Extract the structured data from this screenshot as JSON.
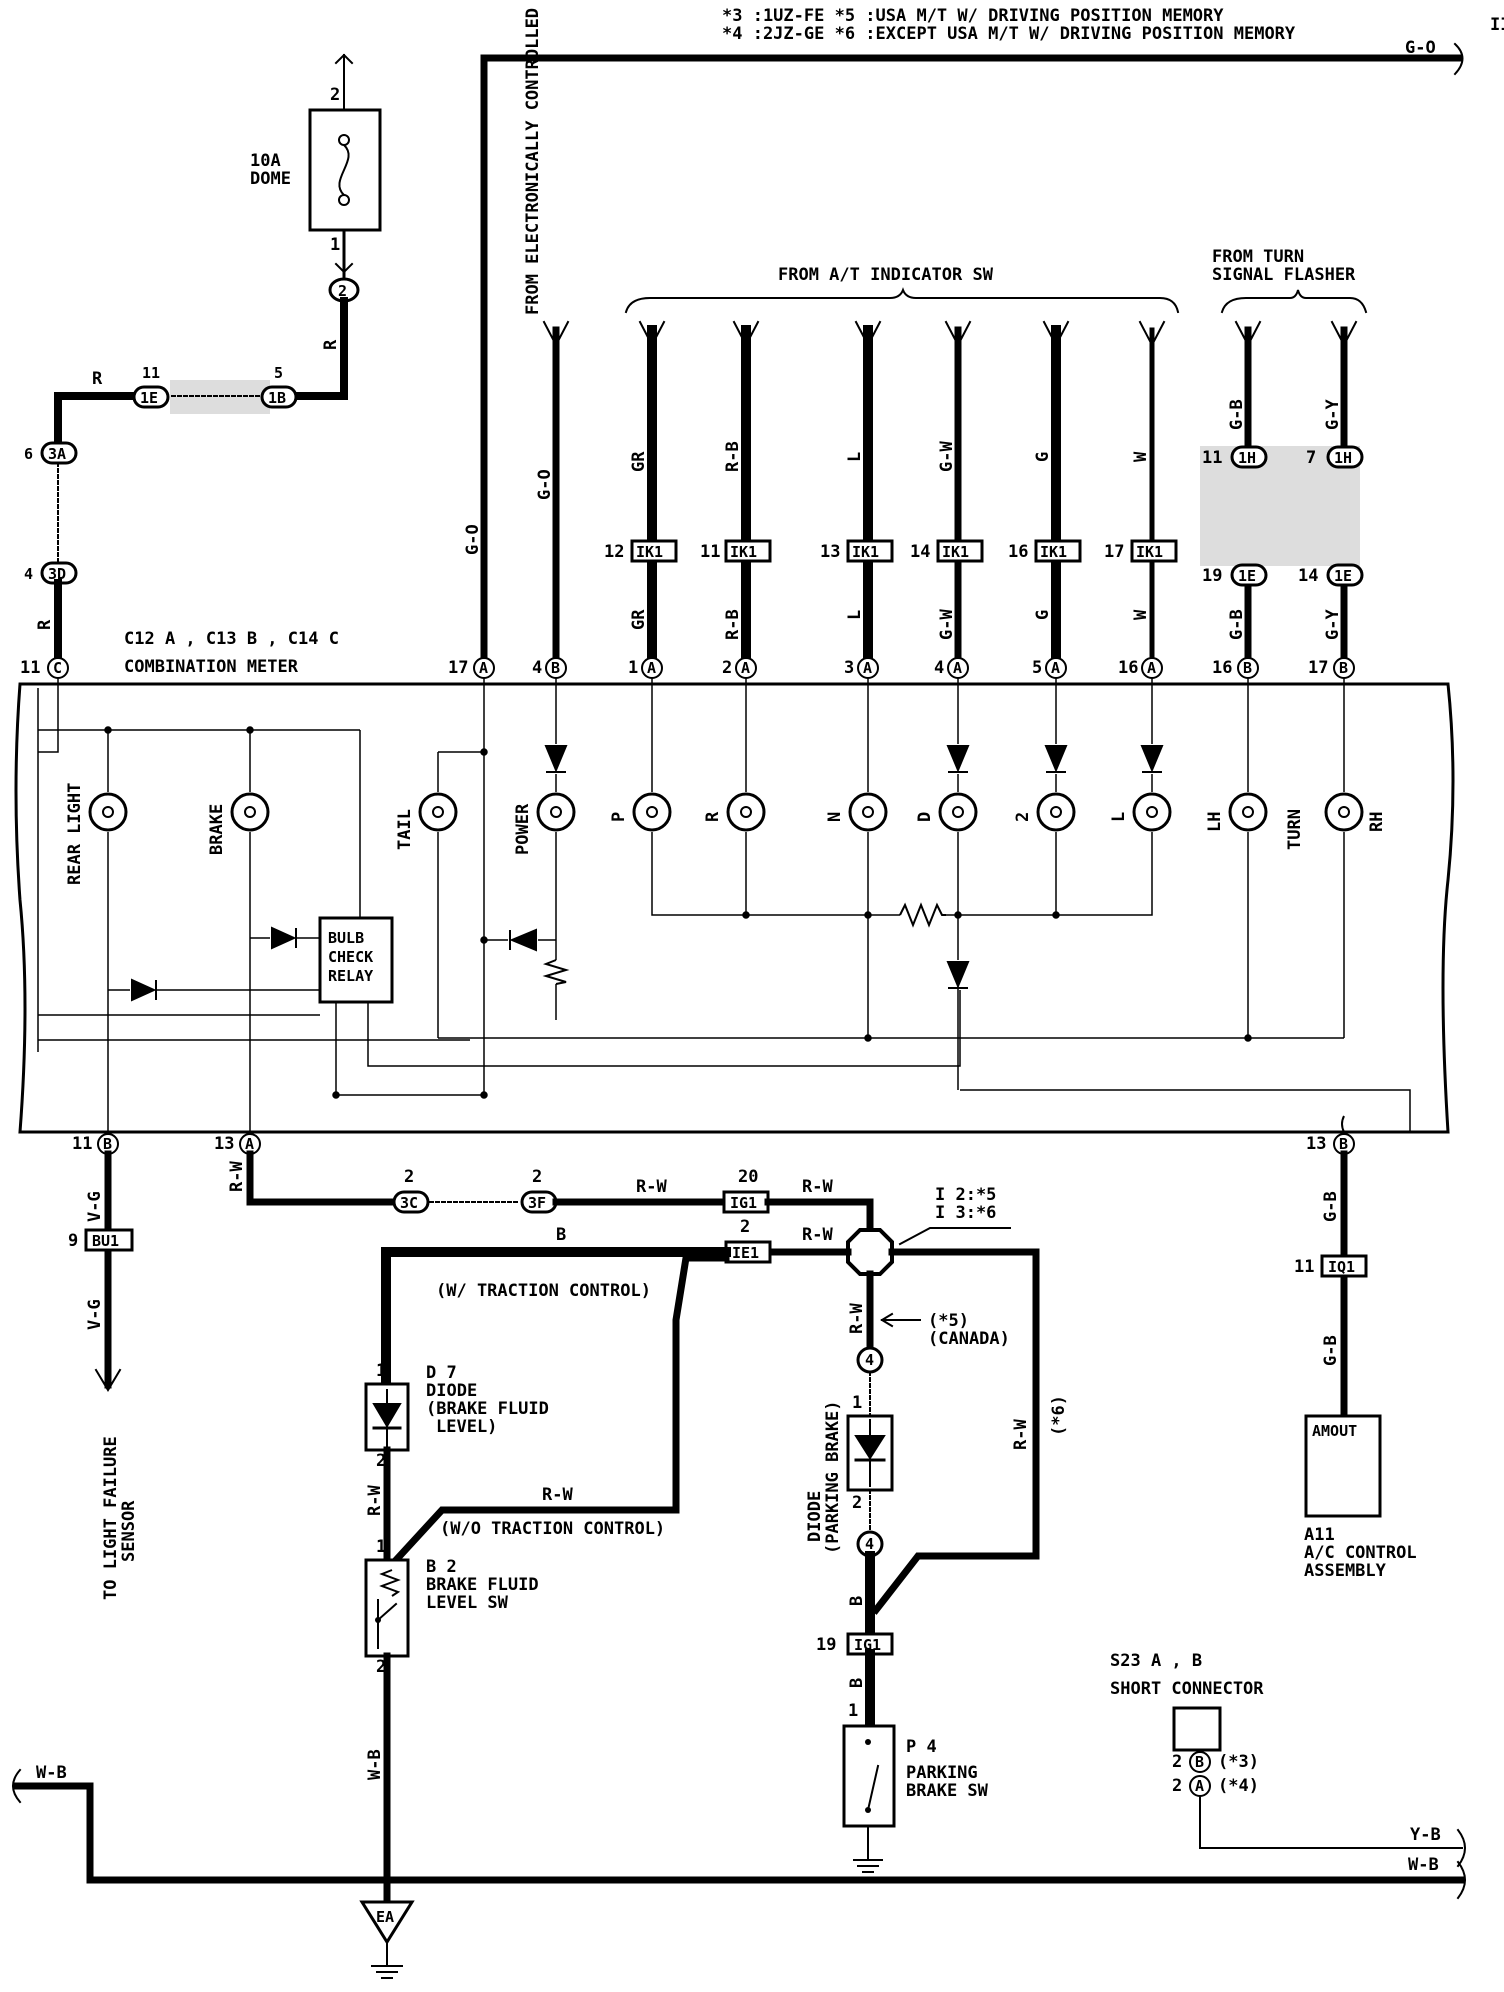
{
  "notes": [
    "*3 :1UZ-FE *5 :USA M/T W/ DRIVING POSITION MEMORY",
    "*4 :2JZ-GE *6 :EXCEPT USA M/T W/ DRIVING POSITION MEMORY"
  ],
  "page_mark": "II",
  "fuse": {
    "label_top": "10A",
    "label_bottom": "DOME",
    "pin_top": "2",
    "pin_bottom": "1"
  },
  "top_sources": {
    "ect": "FROM ELECTRONICALLY CONTROLLED TRANSMISSION PATTERN SELECT SW",
    "at_indicator": "FROM A/T INDICATOR SW",
    "turn_flasher_1": "FROM TURN",
    "turn_flasher_2": "SIGNAL FLASHER"
  },
  "meter": {
    "title_line": "C12 A , C13 B , C14 C",
    "name": "COMBINATION METER",
    "lamps": [
      "REAR LIGHT",
      "BRAKE",
      "TAIL",
      "POWER",
      "P",
      "R",
      "N",
      "D",
      "2",
      "L",
      "LH",
      "TURN",
      "RH"
    ],
    "relay": [
      "BULB",
      "CHECK",
      "RELAY"
    ]
  },
  "pins_top": [
    {
      "pin": "11",
      "conn": "C",
      "wire": "R"
    },
    {
      "pin": "17",
      "conn": "A",
      "wire": "G-O"
    },
    {
      "pin": "4",
      "conn": "B",
      "wire": "G-O"
    },
    {
      "pin": "1",
      "conn": "A",
      "wire": "GR"
    },
    {
      "pin": "2",
      "conn": "A",
      "wire": "R-B"
    },
    {
      "pin": "3",
      "conn": "A",
      "wire": "L"
    },
    {
      "pin": "4",
      "conn": "A",
      "wire": "G-W"
    },
    {
      "pin": "5",
      "conn": "A",
      "wire": "G"
    },
    {
      "pin": "16",
      "conn": "A",
      "wire": "W"
    },
    {
      "pin": "16",
      "conn": "B",
      "wire": "G-B"
    },
    {
      "pin": "17",
      "conn": "B",
      "wire": "G-Y"
    }
  ],
  "ik1": [
    "12",
    "11",
    "13",
    "14",
    "16",
    "17"
  ],
  "ik1_name": "IK1",
  "wires": {
    "g_o": "G-O",
    "r": "R",
    "r_w": "R-W",
    "b": "B",
    "w_b": "W-B",
    "y_b": "Y-B",
    "v_g": "V-G",
    "g_b": "G-B",
    "g_y": "G-Y"
  },
  "connectors": {
    "c2": "2",
    "c1e_pin": "11",
    "c1e": "1E",
    "c1b_pin": "5",
    "c1b": "1B",
    "c3a_pin": "6",
    "c3a": "3A",
    "c3d_pin": "4",
    "c3d": "3D",
    "c1h_l_pin": "11",
    "c1h": "1H",
    "c1h_r_pin": "7",
    "c1e_l_pin": "19",
    "c1e_r_pin": "14",
    "c1e2": "1E",
    "bot_11": "11",
    "bot_11c": "B",
    "bot_13": "13",
    "bot_13c": "A",
    "bot_13r": "13",
    "bot_13rc": "B",
    "bu1_pin": "9",
    "bu1": "BU1",
    "c3c_pin": "2",
    "c3c": "3C",
    "c3f_pin": "2",
    "c3f": "3F",
    "ig1_20": "20",
    "ig1": "IG1",
    "ie1_2": "2",
    "ie1": "IE1",
    "iq1_pin": "11",
    "iq1": "IQ1",
    "c4": "4",
    "ig1_19": "19"
  },
  "junction": {
    "l1": "I 2:*5",
    "l2": "I 3:*6"
  },
  "labels": {
    "w_traction": "(W/ TRACTION CONTROL)",
    "wo_traction": "(W/O TRACTION CONTROL)",
    "canada_1": "(*5)",
    "canada_2": "(CANADA)",
    "star6": "(*6)",
    "to_sensor_1": "TO LIGHT FAILURE",
    "to_sensor_2": "SENSOR"
  },
  "d7": {
    "id": "D 7",
    "l1": "DIODE",
    "l2": "(BRAKE FLUID",
    "l3": "LEVEL)",
    "pin1": "1",
    "pin2": "2"
  },
  "b2": {
    "id": "B 2",
    "l1": "BRAKE FLUID",
    "l2": "LEVEL SW",
    "pin1": "1",
    "pin2": "2"
  },
  "diode_pb": {
    "l1": "DIODE",
    "l2": "(PARKING BRAKE)",
    "pin1": "1",
    "pin2": "2"
  },
  "p4": {
    "id": "P 4",
    "l1": "PARKING",
    "l2": "BRAKE SW",
    "pin1": "1"
  },
  "a11": {
    "box": "AMOUT",
    "id": "A11",
    "l1": "A/C CONTROL",
    "l2": "ASSEMBLY"
  },
  "s23": {
    "title": "S23 A , B",
    "name": "SHORT CONNECTOR",
    "pinB": "2",
    "cB": "B",
    "noteB": "(*3)",
    "pinA": "2",
    "cA": "A",
    "noteA": "(*4)"
  },
  "ground": "EA"
}
